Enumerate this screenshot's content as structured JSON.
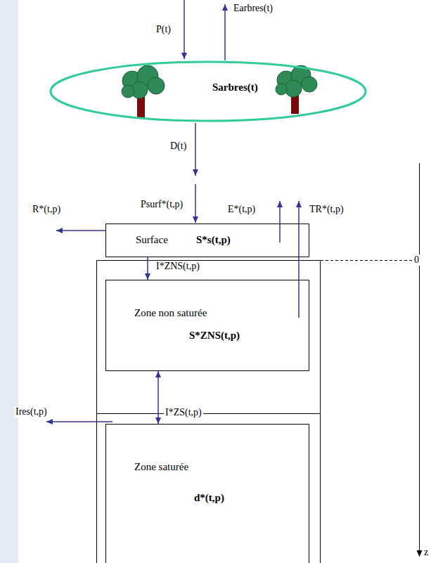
{
  "diagram": {
    "nodes": [
      {
        "text": [
          "Sarbres(t)"
        ]
      },
      {
        "text": [
          "Surface",
          "S*s(t,p)"
        ]
      },
      {
        "text": [
          "Zone non saturée",
          "S*ZNS(t,p)"
        ]
      },
      {
        "text": [
          "Zone saturée",
          "d*(t,p)"
        ]
      }
    ],
    "edges": [
      {
        "from": 1,
        "to": 2,
        "label": "I*ZNS(t,p)",
        "arrow": "to"
      },
      {
        "from": 2,
        "to": 3,
        "label": "I*ZS(t,p)",
        "arrow": "both"
      }
    ],
    "labels": [
      "P(t)",
      "Earbres(t)",
      "D(t)",
      "Psurf*(t,p)",
      "E*(t,p)",
      "TR*(t,p)",
      "R*(t,p)",
      "Ires(t,p)",
      "0",
      "z"
    ]
  }
}
